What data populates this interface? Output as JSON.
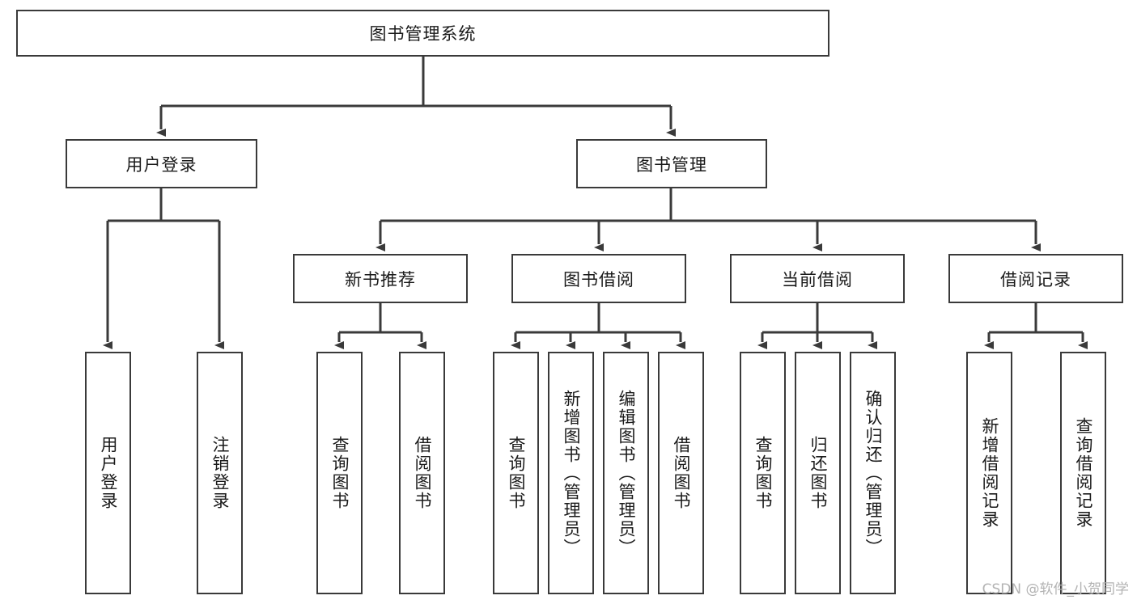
{
  "diagram": {
    "type": "tree-hierarchy",
    "title": "图书管理系统",
    "orientation": "top-down",
    "colors": {
      "box_border": "#3a3a3a",
      "box_fill": "#ffffff",
      "connector": "#3a3a3a",
      "text": "#1a1a1a",
      "watermark": "#b3b3b3",
      "background": "#ffffff"
    },
    "nodes": {
      "root": {
        "label": "图书管理系统",
        "level": 1,
        "text_direction": "horizontal"
      },
      "l2": [
        {
          "id": "user-login",
          "label": "用户登录",
          "level": 2,
          "text_direction": "horizontal"
        },
        {
          "id": "book-manage",
          "label": "图书管理",
          "level": 2,
          "text_direction": "horizontal"
        }
      ],
      "l3": [
        {
          "id": "new-book-rec",
          "label": "新书推荐",
          "level": 3,
          "text_direction": "horizontal"
        },
        {
          "id": "book-borrow",
          "label": "图书借阅",
          "level": 3,
          "text_direction": "horizontal"
        },
        {
          "id": "current-borrow",
          "label": "当前借阅",
          "level": 3,
          "text_direction": "horizontal"
        },
        {
          "id": "borrow-record",
          "label": "借阅记录",
          "level": 3,
          "text_direction": "horizontal"
        }
      ],
      "leaves": [
        {
          "id": "leaf-user-login",
          "label": "用户登录",
          "parent": "user-login",
          "text_direction": "vertical"
        },
        {
          "id": "leaf-user-logout",
          "label": "注销登录",
          "parent": "user-login",
          "text_direction": "vertical"
        },
        {
          "id": "leaf-query-book-1",
          "label": "查询图书",
          "parent": "new-book-rec",
          "text_direction": "vertical"
        },
        {
          "id": "leaf-borrow-book-1",
          "label": "借阅图书",
          "parent": "new-book-rec",
          "text_direction": "vertical"
        },
        {
          "id": "leaf-query-book-2",
          "label": "查询图书",
          "parent": "book-borrow",
          "text_direction": "vertical"
        },
        {
          "id": "leaf-add-book",
          "label": "新增图书（管理员）",
          "parent": "book-borrow",
          "text_direction": "vertical"
        },
        {
          "id": "leaf-edit-book",
          "label": "编辑图书（管理员）",
          "parent": "book-borrow",
          "text_direction": "vertical"
        },
        {
          "id": "leaf-borrow-book-2",
          "label": "借阅图书",
          "parent": "book-borrow",
          "text_direction": "vertical"
        },
        {
          "id": "leaf-query-book-3",
          "label": "查询图书",
          "parent": "current-borrow",
          "text_direction": "vertical"
        },
        {
          "id": "leaf-return-book",
          "label": "归还图书",
          "parent": "current-borrow",
          "text_direction": "vertical"
        },
        {
          "id": "leaf-confirm-return",
          "label": "确认归还（管理员）",
          "parent": "current-borrow",
          "text_direction": "vertical"
        },
        {
          "id": "leaf-add-record",
          "label": "新增借阅记录",
          "parent": "borrow-record",
          "text_direction": "vertical"
        },
        {
          "id": "leaf-query-record",
          "label": "查询借阅记录",
          "parent": "borrow-record",
          "text_direction": "vertical"
        }
      ]
    },
    "edges": [
      {
        "from": "图书管理系统",
        "to": "用户登录"
      },
      {
        "from": "图书管理系统",
        "to": "图书管理"
      },
      {
        "from": "用户登录",
        "to": "用户登录"
      },
      {
        "from": "用户登录",
        "to": "注销登录"
      },
      {
        "from": "图书管理",
        "to": "新书推荐"
      },
      {
        "from": "图书管理",
        "to": "图书借阅"
      },
      {
        "from": "图书管理",
        "to": "当前借阅"
      },
      {
        "from": "图书管理",
        "to": "借阅记录"
      },
      {
        "from": "新书推荐",
        "to": "查询图书"
      },
      {
        "from": "新书推荐",
        "to": "借阅图书"
      },
      {
        "from": "图书借阅",
        "to": "查询图书"
      },
      {
        "from": "图书借阅",
        "to": "新增图书（管理员）"
      },
      {
        "from": "图书借阅",
        "to": "编辑图书（管理员）"
      },
      {
        "from": "图书借阅",
        "to": "借阅图书"
      },
      {
        "from": "当前借阅",
        "to": "查询图书"
      },
      {
        "from": "当前借阅",
        "to": "归还图书"
      },
      {
        "from": "当前借阅",
        "to": "确认归还（管理员）"
      },
      {
        "from": "借阅记录",
        "to": "新增借阅记录"
      },
      {
        "from": "借阅记录",
        "to": "查询借阅记录"
      }
    ]
  },
  "watermark": {
    "text": "CSDN @软件_小贺同学"
  }
}
